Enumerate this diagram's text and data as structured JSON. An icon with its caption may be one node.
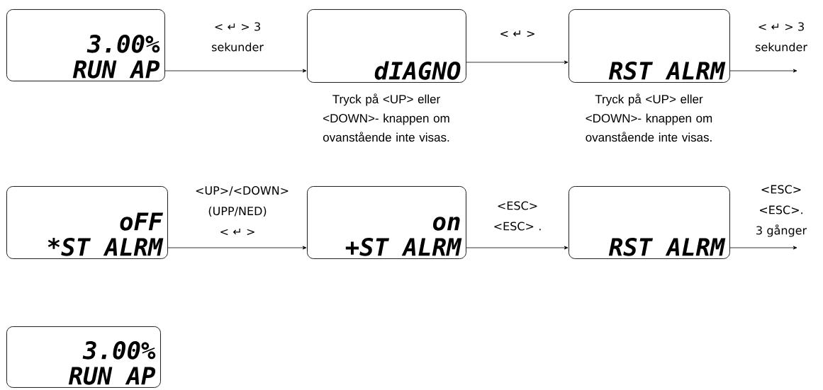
{
  "diagram": {
    "nodes": [
      {
        "text": [
          "3.00%",
          "RUN AP"
        ]
      },
      {
        "text": [
          "dIAGNO"
        ],
        "beside": [
          "Tryck på <UP> eller <DOWN>- knappen om ovanstående inte visas."
        ]
      },
      {
        "text": [
          "RST ALRM"
        ],
        "beside": [
          "Tryck på <UP> eller <DOWN>- knappen om ovanstående inte visas."
        ]
      },
      {
        "text": [
          "oFF",
          "*ST ALRM"
        ]
      },
      {
        "text": [
          "on",
          "+ST ALRM"
        ]
      },
      {
        "text": [
          "RST ALRM"
        ]
      },
      {
        "text": [
          "3.00%",
          "RUN AP"
        ]
      }
    ],
    "edges": [
      {
        "from": 0,
        "to": 1,
        "arrow": "to",
        "label": "< ↵ > 3 sekunder"
      },
      {
        "from": 1,
        "to": 2,
        "arrow": "to",
        "label": "< ↵ >"
      },
      {
        "from": 2,
        "to": null,
        "arrow": "to",
        "label": "< ↵ > 3 sekunder"
      },
      {
        "from": 3,
        "to": 4,
        "arrow": "to",
        "label": "<UP>/<DOWN> (UPP/NED) < ↵ >"
      },
      {
        "from": 4,
        "to": 5,
        "arrow": "to",
        "label": "<ESC> <ESC> ."
      },
      {
        "from": 5,
        "to": null,
        "arrow": "to",
        "label": "<ESC> <ESC>. 3 gånger"
      }
    ]
  }
}
